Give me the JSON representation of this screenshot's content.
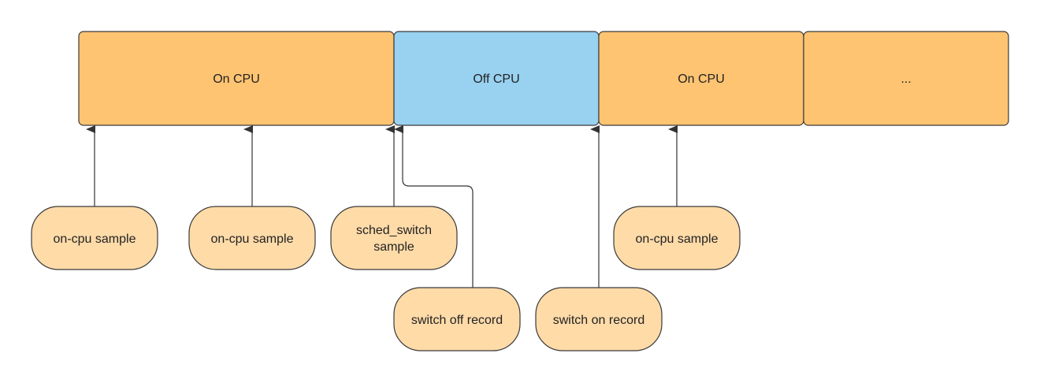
{
  "diagram": {
    "colors": {
      "on_cpu_fill": "#ffc472",
      "off_cpu_fill": "#99d1f1",
      "sample_fill": "#ffdba8",
      "stroke": "#3a3a3a",
      "arrow": "#333333"
    },
    "timeline": [
      {
        "id": "seg-1",
        "label": "On CPU",
        "kind": "on_cpu"
      },
      {
        "id": "seg-2",
        "label": "Off CPU",
        "kind": "off_cpu"
      },
      {
        "id": "seg-3",
        "label": "On CPU",
        "kind": "on_cpu"
      },
      {
        "id": "seg-4",
        "label": "...",
        "kind": "on_cpu"
      }
    ],
    "events": [
      {
        "id": "ev-1",
        "lines": [
          "on-cpu sample"
        ]
      },
      {
        "id": "ev-2",
        "lines": [
          "on-cpu sample"
        ]
      },
      {
        "id": "ev-3",
        "lines": [
          "sched_switch",
          "sample"
        ]
      },
      {
        "id": "ev-4",
        "lines": [
          "switch off record"
        ]
      },
      {
        "id": "ev-5",
        "lines": [
          "switch on record"
        ]
      },
      {
        "id": "ev-6",
        "lines": [
          "on-cpu sample"
        ]
      }
    ]
  }
}
